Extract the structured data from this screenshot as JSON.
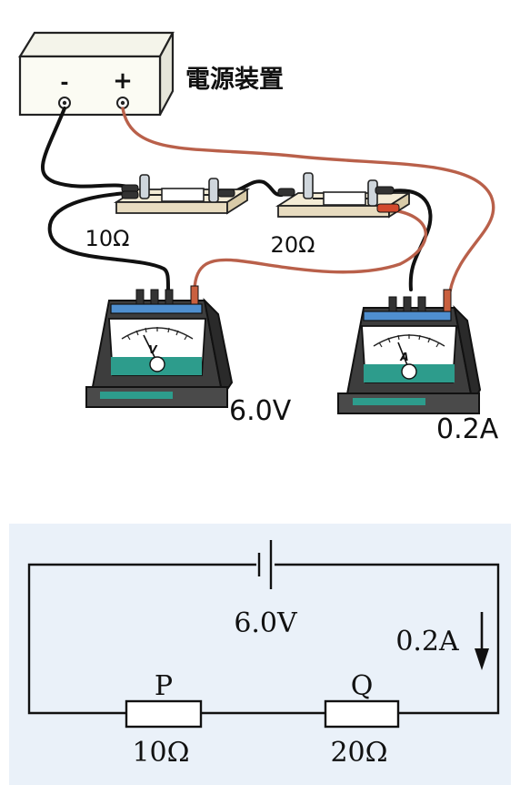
{
  "illustration": {
    "power_supply_label": "電源装置",
    "terminal_minus": "-",
    "terminal_plus": "+",
    "resistor_1_label": "10Ω",
    "resistor_2_label": "20Ω",
    "voltmeter_letter": "V",
    "ammeter_letter": "A",
    "voltmeter_reading": "6.0V",
    "ammeter_reading": "0.2A"
  },
  "circuit": {
    "source_voltage": "6.0V",
    "current_label": "0.2A",
    "resistor_p_name": "P",
    "resistor_q_name": "Q",
    "resistor_p_value": "10Ω",
    "resistor_q_value": "20Ω"
  },
  "colors": {
    "panel_background": "#eaf1f9",
    "red_wire": "#b9604a",
    "meter_teal": "#2d9c8c",
    "meter_blue": "#4f8fcf",
    "meter_body": "#3d3d3d"
  }
}
